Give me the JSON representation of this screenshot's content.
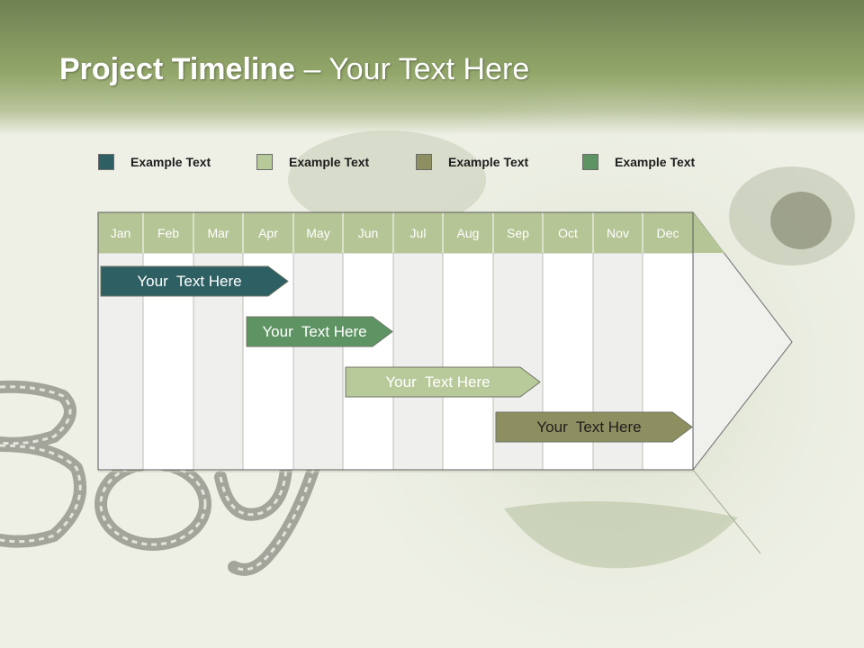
{
  "title": {
    "bold": "Project Timeline",
    "rest": " – Your Text Here"
  },
  "legend": [
    {
      "label": "Example Text",
      "color": "#2e5f62"
    },
    {
      "label": "Example Text",
      "color": "#b8c99a"
    },
    {
      "label": "Example Text",
      "color": "#8e8f60"
    },
    {
      "label": "Example Text",
      "color": "#5e9463"
    }
  ],
  "months": [
    "Jan",
    "Feb",
    "Mar",
    "Apr",
    "May",
    "Jun",
    "Jul",
    "Aug",
    "Sep",
    "Oct",
    "Nov",
    "Dec"
  ],
  "tasks": [
    {
      "label": "Your  Text Here",
      "color": "#2e5f62",
      "text_color": "#ffffff"
    },
    {
      "label": "Your  Text Here",
      "color": "#5e9463",
      "text_color": "#ffffff"
    },
    {
      "label": "Your  Text Here",
      "color": "#b8c99a",
      "text_color": "#ffffff"
    },
    {
      "label": "Your  Text Here",
      "color": "#8e8f60",
      "text_color": "#1e1e1e"
    }
  ],
  "colors": {
    "header": "#b6c596",
    "title_bar": "#8fa465"
  }
}
